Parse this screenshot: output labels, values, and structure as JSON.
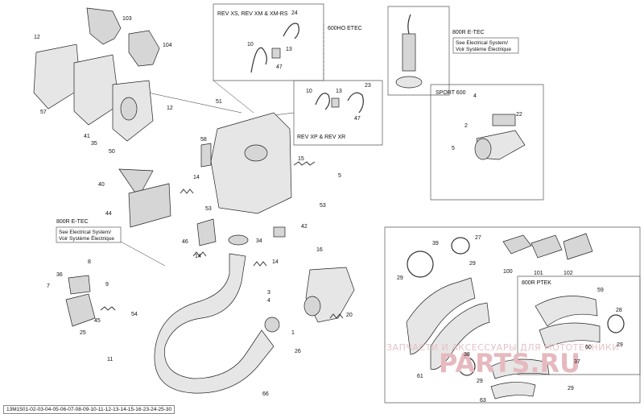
{
  "sections": {
    "rev_xs": "REV XS, REV XM & XM-RS",
    "ho_etec": "600HO ETEC",
    "rev_xp": "REV XP & REV XR",
    "sport": "SPORT 600",
    "ptek": "800R PTEK",
    "etec_top": "800R E-TEC",
    "etec_left": "800R E-TEC"
  },
  "notes": {
    "top_line1": "See Electrical System/",
    "top_line2": "Voir Système Électrique",
    "left_line1": "See Electrical System/",
    "left_line2": "Voir Système Électrique"
  },
  "watermark": {
    "text": "ЗАПЧАСТИ И АКСЕССУАРЫ ДЛЯ МОТОТЕХНИКИ",
    "logo": "PARTS.RU"
  },
  "footer": "13M1501-02-03-04-05-06-07-08-09-10-11-12-13-14-15-16-23-24-25-30",
  "callouts": [
    {
      "id": "c103",
      "text": "103"
    },
    {
      "id": "c104",
      "text": "104"
    },
    {
      "id": "c12a",
      "text": "12"
    },
    {
      "id": "c57",
      "text": "57"
    },
    {
      "id": "c41",
      "text": "41"
    },
    {
      "id": "c35",
      "text": "35"
    },
    {
      "id": "c50",
      "text": "50"
    },
    {
      "id": "c12b",
      "text": "12"
    },
    {
      "id": "c24",
      "text": "24"
    },
    {
      "id": "c10a",
      "text": "10"
    },
    {
      "id": "c13a",
      "text": "13"
    },
    {
      "id": "c47a",
      "text": "47"
    },
    {
      "id": "c51",
      "text": "51"
    },
    {
      "id": "c10b",
      "text": "10"
    },
    {
      "id": "c13b",
      "text": "13"
    },
    {
      "id": "c23",
      "text": "23"
    },
    {
      "id": "c47b",
      "text": "47"
    },
    {
      "id": "c58",
      "text": "58"
    },
    {
      "id": "c14a",
      "text": "14"
    },
    {
      "id": "c15",
      "text": "15"
    },
    {
      "id": "c5a",
      "text": "5"
    },
    {
      "id": "c53a",
      "text": "53"
    },
    {
      "id": "c40",
      "text": "40"
    },
    {
      "id": "c44",
      "text": "44"
    },
    {
      "id": "c53b",
      "text": "53"
    },
    {
      "id": "c42",
      "text": "42"
    },
    {
      "id": "c46",
      "text": "46"
    },
    {
      "id": "c34",
      "text": "34"
    },
    {
      "id": "c4a",
      "text": "4"
    },
    {
      "id": "c2",
      "text": "2"
    },
    {
      "id": "c22",
      "text": "22"
    },
    {
      "id": "c5b",
      "text": "5"
    },
    {
      "id": "c14b",
      "text": "14"
    },
    {
      "id": "c14c",
      "text": "14"
    },
    {
      "id": "c16",
      "text": "16"
    },
    {
      "id": "c20",
      "text": "20"
    },
    {
      "id": "c36",
      "text": "36"
    },
    {
      "id": "c8",
      "text": "8"
    },
    {
      "id": "c7",
      "text": "7"
    },
    {
      "id": "c9",
      "text": "9"
    },
    {
      "id": "c45",
      "text": "45"
    },
    {
      "id": "c54",
      "text": "54"
    },
    {
      "id": "c25",
      "text": "25"
    },
    {
      "id": "c11",
      "text": "11"
    },
    {
      "id": "c3",
      "text": "3"
    },
    {
      "id": "c4b",
      "text": "4"
    },
    {
      "id": "c1",
      "text": "1"
    },
    {
      "id": "c26",
      "text": "26"
    },
    {
      "id": "c66",
      "text": "66"
    },
    {
      "id": "c39",
      "text": "39"
    },
    {
      "id": "c27",
      "text": "27"
    },
    {
      "id": "c29a",
      "text": "29"
    },
    {
      "id": "c29b",
      "text": "29"
    },
    {
      "id": "c100",
      "text": "100"
    },
    {
      "id": "c101",
      "text": "101"
    },
    {
      "id": "c102",
      "text": "102"
    },
    {
      "id": "c59",
      "text": "59"
    },
    {
      "id": "c28",
      "text": "28"
    },
    {
      "id": "c60",
      "text": "60"
    },
    {
      "id": "c61",
      "text": "61"
    },
    {
      "id": "c38",
      "text": "38"
    },
    {
      "id": "c29c",
      "text": "29"
    },
    {
      "id": "c37",
      "text": "37"
    },
    {
      "id": "c29d",
      "text": "29"
    },
    {
      "id": "c63",
      "text": "63"
    },
    {
      "id": "c29e",
      "text": "29"
    }
  ]
}
